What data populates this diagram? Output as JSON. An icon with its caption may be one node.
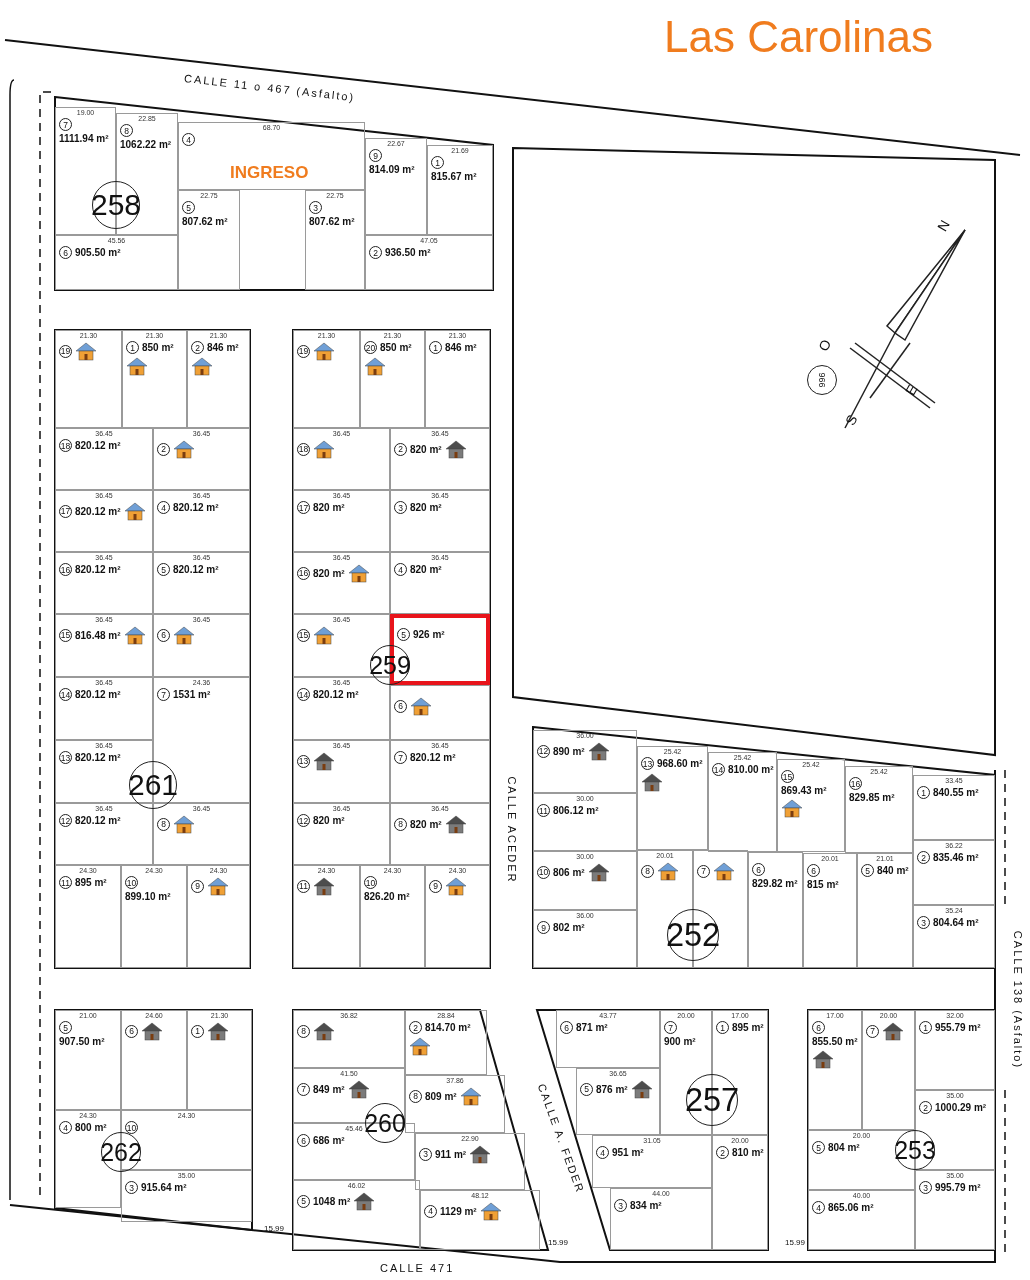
{
  "diagram": {
    "title": "Las Carolinas",
    "nodes": [
      {
        "text": [
          "258"
        ]
      },
      {
        "text": [
          "19.00",
          "7",
          "1111.94 m²"
        ],
        "in": 0
      },
      {
        "text": [
          "22.85",
          "8",
          "1062.22 m²"
        ],
        "in": 0
      },
      {
        "text": [
          "68.70",
          "4"
        ],
        "in": 0
      },
      {
        "text": [
          "22.67",
          "9",
          "814.09 m²"
        ],
        "in": 0
      },
      {
        "text": [
          "21.69",
          "1",
          "815.67 m²"
        ],
        "in": 0
      },
      {
        "text": [
          "45.56",
          "6",
          "905.50 m²"
        ],
        "in": 0
      },
      {
        "text": [
          "22.75",
          "5",
          "807.62 m²"
        ],
        "in": 0
      },
      {
        "text": [
          "22.75",
          "3",
          "807.62 m²"
        ],
        "in": 0
      },
      {
        "text": [
          "47.05",
          "2",
          "936.50 m²"
        ],
        "in": 0
      },
      {
        "text": [
          "966"
        ]
      },
      {
        "text": [
          "261"
        ]
      },
      {
        "text": [
          "21.30",
          "19"
        ],
        "in": 11
      },
      {
        "text": [
          "21.30",
          "1",
          "850 m²"
        ],
        "in": 11
      },
      {
        "text": [
          "21.30",
          "2",
          "846 m²"
        ],
        "in": 11
      },
      {
        "text": [
          "36.45",
          "18",
          "820.12 m²"
        ],
        "in": 11
      },
      {
        "text": [
          "36.45",
          "2"
        ],
        "in": 11
      },
      {
        "text": [
          "36.45",
          "17",
          "820.12 m²"
        ],
        "in": 11
      },
      {
        "text": [
          "36.45",
          "4",
          "820.12 m²"
        ],
        "in": 11
      },
      {
        "text": [
          "36.45",
          "16",
          "820.12 m²"
        ],
        "in": 11
      },
      {
        "text": [
          "36.45",
          "5",
          "820.12 m²"
        ],
        "in": 11
      },
      {
        "text": [
          "36.45",
          "15",
          "816.48 m²"
        ],
        "in": 11
      },
      {
        "text": [
          "36.45",
          "6"
        ],
        "in": 11
      },
      {
        "text": [
          "36.45",
          "14",
          "820.12 m²"
        ],
        "in": 11
      },
      {
        "text": [
          "24.36",
          "7",
          "1531 m²"
        ],
        "in": 11
      },
      {
        "text": [
          "36.45",
          "13",
          "820.12 m²"
        ],
        "in": 11
      },
      {
        "text": [
          "36.45",
          "12",
          "820.12 m²"
        ],
        "in": 11
      },
      {
        "text": [
          "36.45",
          "8"
        ],
        "in": 11
      },
      {
        "text": [
          "24.30",
          "11",
          "895 m²"
        ],
        "in": 11
      },
      {
        "text": [
          "24.30",
          "10",
          "899.10 m²"
        ],
        "in": 11
      },
      {
        "text": [
          "24.30",
          "9"
        ],
        "in": 11
      },
      {
        "text": [
          "259"
        ]
      },
      {
        "text": [
          "21.30",
          "19"
        ],
        "in": 31
      },
      {
        "text": [
          "21.30",
          "20",
          "850 m²"
        ],
        "in": 31
      },
      {
        "text": [
          "21.30",
          "1",
          "846 m²"
        ],
        "in": 31
      },
      {
        "text": [
          "36.45",
          "18"
        ],
        "in": 31
      },
      {
        "text": [
          "36.45",
          "2",
          "820 m²"
        ],
        "in": 31
      },
      {
        "text": [
          "36.45",
          "17",
          "820 m²"
        ],
        "in": 31
      },
      {
        "text": [
          "36.45",
          "3",
          "820 m²"
        ],
        "in": 31
      },
      {
        "text": [
          "36.45",
          "16",
          "820 m²"
        ],
        "in": 31
      },
      {
        "text": [
          "36.45",
          "4",
          "820 m²"
        ],
        "in": 31
      },
      {
        "text": [
          "36.45",
          "15"
        ],
        "in": 31
      },
      {
        "text": [
          "5",
          "926 m²"
        ],
        "in": 31
      },
      {
        "text": [
          "36.45",
          "14",
          "820.12 m²"
        ],
        "in": 31
      },
      {
        "text": [
          "6"
        ],
        "in": 31
      },
      {
        "text": [
          "36.45",
          "13"
        ],
        "in": 31
      },
      {
        "text": [
          "36.45",
          "7",
          "820.12 m²"
        ],
        "in": 31
      },
      {
        "text": [
          "36.45",
          "12",
          "820 m²"
        ],
        "in": 31
      },
      {
        "text": [
          "36.45",
          "8",
          "820 m²"
        ],
        "in": 31
      },
      {
        "text": [
          "24.30",
          "11"
        ],
        "in": 31
      },
      {
        "text": [
          "24.30",
          "10",
          "826.20 m²"
        ],
        "in": 31
      },
      {
        "text": [
          "24.30",
          "9"
        ],
        "in": 31
      },
      {
        "text": [
          "252"
        ]
      },
      {
        "text": [
          "36.00",
          "12",
          "890 m²"
        ],
        "in": 52
      },
      {
        "text": [
          "30.00",
          "11",
          "806.12 m²"
        ],
        "in": 52
      },
      {
        "text": [
          "30.00",
          "10",
          "806 m²"
        ],
        "in": 52
      },
      {
        "text": [
          "36.00",
          "9",
          "802 m²"
        ],
        "in": 52
      },
      {
        "text": [
          "25.42",
          "13",
          "968.60 m²"
        ],
        "in": 52
      },
      {
        "text": [
          "25.42",
          "14",
          "810.00 m²"
        ],
        "in": 52
      },
      {
        "text": [
          "25.42",
          "15",
          "869.43 m²"
        ],
        "in": 52
      },
      {
        "text": [
          "25.42",
          "16",
          "829.85 m²"
        ],
        "in": 52
      },
      {
        "text": [
          "33.45",
          "1",
          "840.55 m²"
        ],
        "in": 52
      },
      {
        "text": [
          "36.22",
          "2",
          "835.46 m²"
        ],
        "in": 52
      },
      {
        "text": [
          "35.24",
          "3",
          "804.64 m²"
        ],
        "in": 52
      },
      {
        "text": [
          "20.01",
          "8"
        ],
        "in": 52
      },
      {
        "text": [
          "7"
        ],
        "in": 52
      },
      {
        "text": [
          "6",
          "829.82 m²"
        ],
        "in": 52
      },
      {
        "text": [
          "20.01",
          "6",
          "815 m²"
        ],
        "in": 52
      },
      {
        "text": [
          "21.01",
          "5",
          "840 m²"
        ],
        "in": 52
      },
      {
        "text": [
          "262"
        ]
      },
      {
        "text": [
          "21.00",
          "5",
          "907.50 m²"
        ],
        "in": 69
      },
      {
        "text": [
          "24.60",
          "6"
        ],
        "in": 69
      },
      {
        "text": [
          "21.30",
          "1"
        ],
        "in": 69
      },
      {
        "text": [
          "24.30",
          "4",
          "800 m²"
        ],
        "in": 69
      },
      {
        "text": [
          "24.30",
          "10"
        ],
        "in": 69
      },
      {
        "text": [
          "35.00",
          "3",
          "915.64 m²"
        ],
        "in": 69
      },
      {
        "text": [
          "260"
        ]
      },
      {
        "text": [
          "36.82",
          "8"
        ],
        "in": 76
      },
      {
        "text": [
          "28.84",
          "2",
          "814.70 m²"
        ],
        "in": 76
      },
      {
        "text": [
          "41.50",
          "7",
          "849 m²"
        ],
        "in": 76
      },
      {
        "text": [
          "37.86",
          "8",
          "809 m²"
        ],
        "in": 76
      },
      {
        "text": [
          "45.46",
          "6",
          "686 m²"
        ],
        "in": 76
      },
      {
        "text": [
          "22.90",
          "3",
          "911 m²"
        ],
        "in": 76
      },
      {
        "text": [
          "46.02",
          "5",
          "1048 m²"
        ],
        "in": 76
      },
      {
        "text": [
          "48.12",
          "4",
          "1129 m²"
        ],
        "in": 76
      },
      {
        "text": [
          "257"
        ]
      },
      {
        "text": [
          "43.77",
          "6",
          "871 m²"
        ],
        "in": 85
      },
      {
        "text": [
          "20.00",
          "7",
          "900 m²"
        ],
        "in": 85
      },
      {
        "text": [
          "17.00",
          "1",
          "895 m²"
        ],
        "in": 85
      },
      {
        "text": [
          "36.65",
          "5",
          "876 m²"
        ],
        "in": 85
      },
      {
        "text": [
          "31.05",
          "4",
          "951 m²"
        ],
        "in": 85
      },
      {
        "text": [
          "44.00",
          "3",
          "834 m²"
        ],
        "in": 85
      },
      {
        "text": [
          "20.00",
          "2",
          "810 m²"
        ],
        "in": 85
      },
      {
        "text": [
          "253"
        ]
      },
      {
        "text": [
          "17.00",
          "6",
          "855.50 m²"
        ],
        "in": 93
      },
      {
        "text": [
          "20.00",
          "7"
        ],
        "in": 93
      },
      {
        "text": [
          "32.00",
          "1",
          "955.79 m²"
        ],
        "in": 93
      },
      {
        "text": [
          "35.00",
          "2",
          "1000.29 m²"
        ],
        "in": 93
      },
      {
        "text": [
          "20.00",
          "5",
          "804 m²"
        ],
        "in": 93
      },
      {
        "text": [
          "35.00",
          "3",
          "995.79 m²"
        ],
        "in": 93
      },
      {
        "text": [
          "40.00",
          "4",
          "865.06 m²"
        ],
        "in": 93
      }
    ],
    "labels": [
      "CALLE 11 o 467 (Asfalto)",
      "INGRESO",
      "N",
      "O",
      "E",
      "S",
      "CALLE ACEDER",
      "CALLE 138 (Asfalto)",
      "CALLE A. FEDER",
      "15.99",
      "15.99",
      "15.99",
      "CALLE 471"
    ]
  }
}
